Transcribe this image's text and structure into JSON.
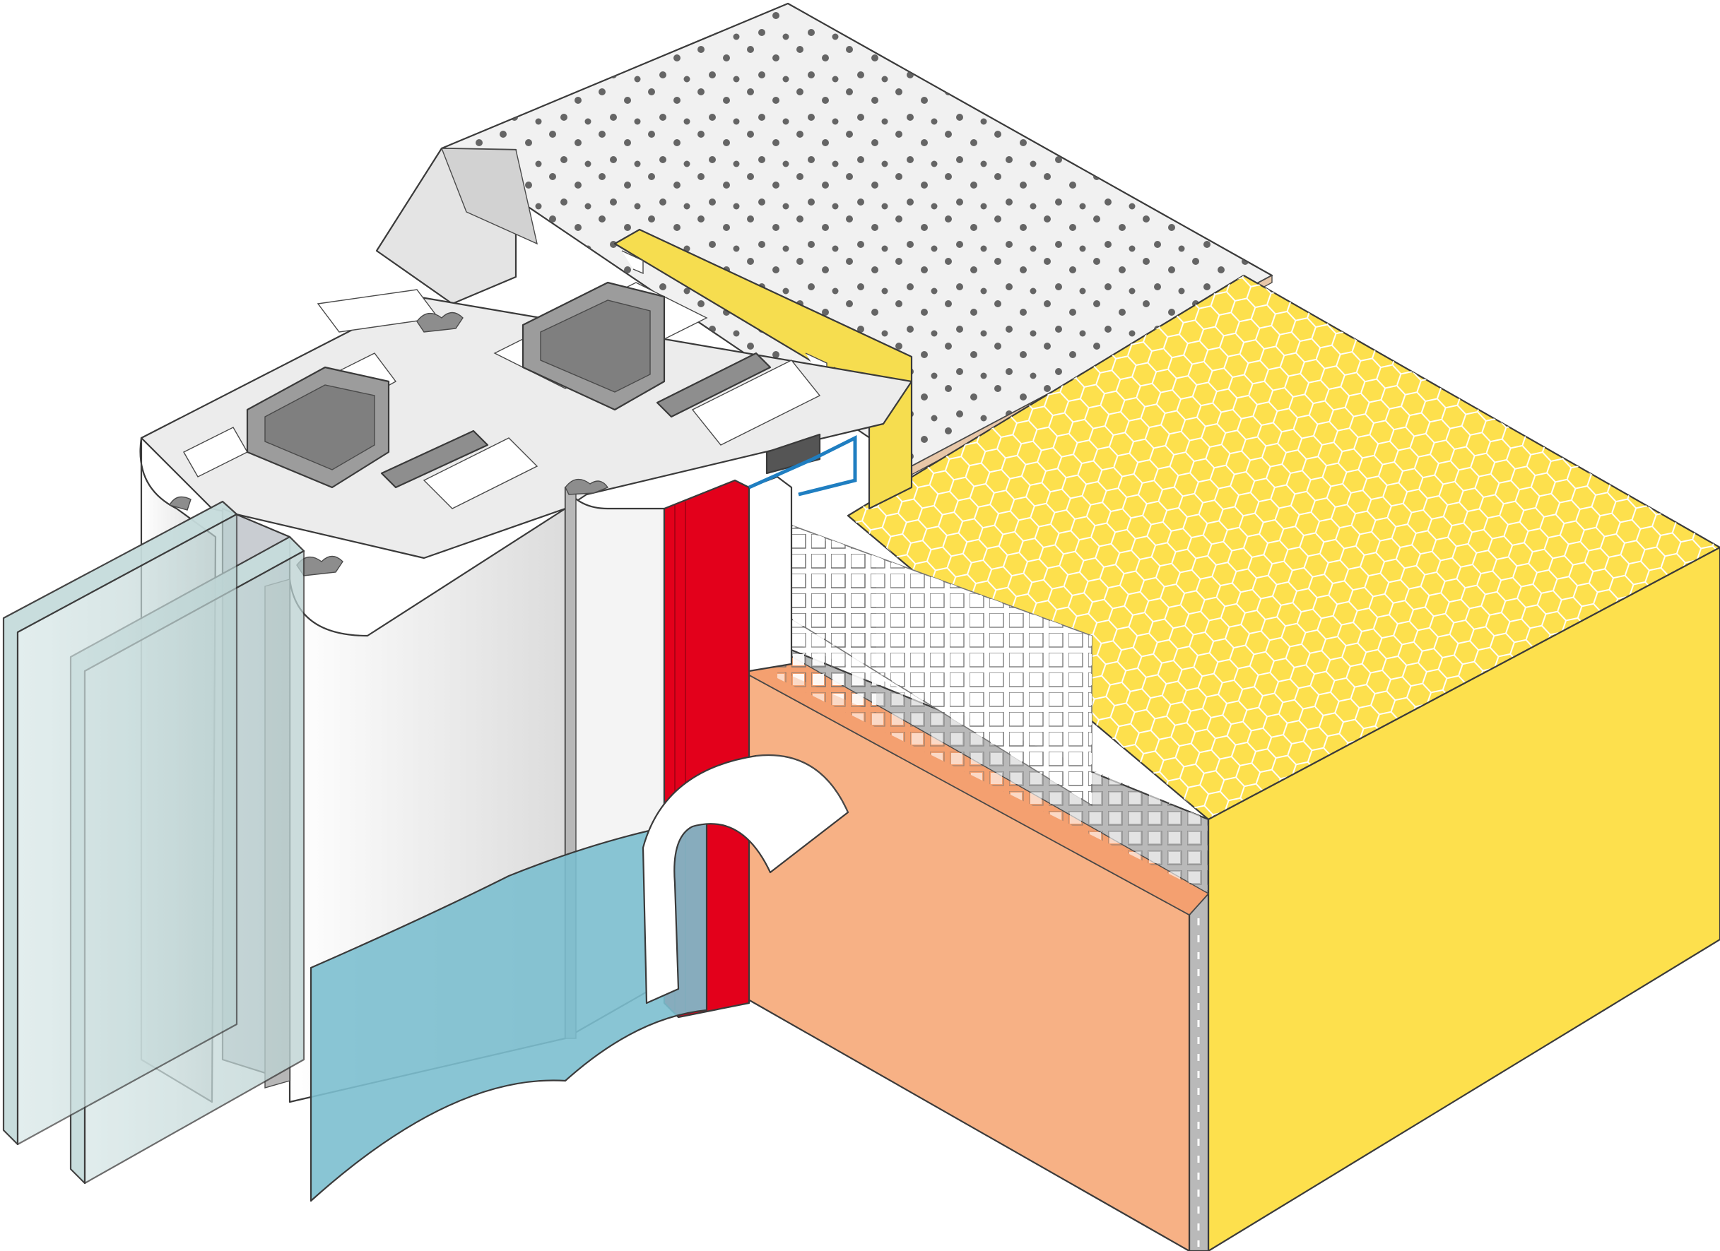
{
  "diagram": {
    "type": "isometric-cutaway",
    "components": [
      {
        "name": "ceiling-board",
        "color": "#f1f1f1",
        "pattern": "dots"
      },
      {
        "name": "rail",
        "color": "#e4e4e4"
      },
      {
        "name": "insulation-block",
        "color": "#fde04d",
        "pattern": "hexagon"
      },
      {
        "name": "insulation-front",
        "color": "#fde04d"
      },
      {
        "name": "render-layer",
        "color": "#f7b185"
      },
      {
        "name": "reinforcement-mesh",
        "color": "#ffffff"
      },
      {
        "name": "corner-profile",
        "color": "#b9b9b9"
      },
      {
        "name": "sealing-tape",
        "color": "#e3001b"
      },
      {
        "name": "vapour-membrane",
        "color": "#7cbfcf"
      },
      {
        "name": "drainage-channel",
        "color": "#ffffff"
      },
      {
        "name": "window-frame",
        "color": "#ececec"
      },
      {
        "name": "steel-reinforcement",
        "color": "#9c9c9c"
      },
      {
        "name": "gasket",
        "color": "#8d8d8d"
      },
      {
        "name": "gap-filler",
        "color": "#f6dd4f"
      },
      {
        "name": "glazing-pane-outer",
        "color": "#c6dcdc"
      },
      {
        "name": "glazing-pane-inner",
        "color": "#c6dcdc"
      },
      {
        "name": "spacer",
        "color": "#c9cdd2"
      }
    ]
  }
}
